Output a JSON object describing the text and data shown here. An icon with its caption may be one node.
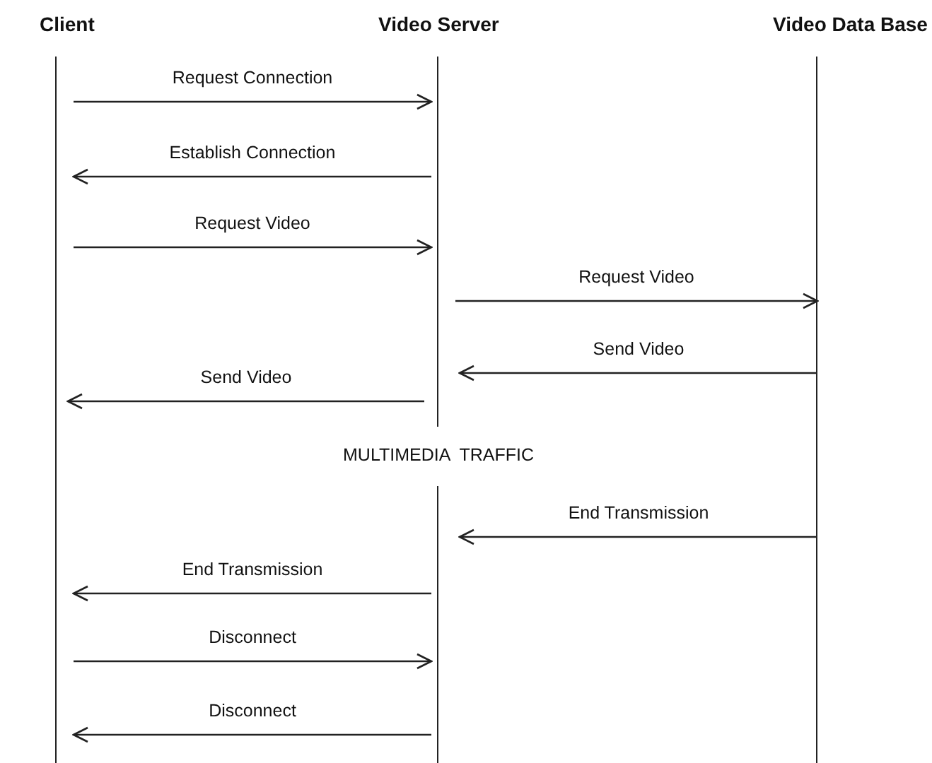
{
  "diagram": {
    "nodes": [
      {
        "text": [
          "Client"
        ]
      },
      {
        "text": [
          "Video Server"
        ]
      },
      {
        "text": [
          "Video Data Base"
        ]
      }
    ],
    "edges": [
      {
        "from": 0,
        "to": 1,
        "arrow": "to",
        "label": "Request Connection"
      },
      {
        "from": 1,
        "to": 0,
        "arrow": "to",
        "label": "Establish Connection"
      },
      {
        "from": 0,
        "to": 1,
        "arrow": "to",
        "label": "Request Video"
      },
      {
        "from": 1,
        "to": 2,
        "arrow": "to",
        "label": "Request Video"
      },
      {
        "from": 2,
        "to": 1,
        "arrow": "to",
        "label": "Send Video"
      },
      {
        "from": 1,
        "to": 0,
        "arrow": "to",
        "label": "Send Video"
      },
      {
        "from": 2,
        "to": 1,
        "arrow": "to",
        "label": "End Transmission"
      },
      {
        "from": 1,
        "to": 0,
        "arrow": "to",
        "label": "End Transmission"
      },
      {
        "from": 0,
        "to": 1,
        "arrow": "to",
        "label": "Disconnect"
      },
      {
        "from": 1,
        "to": 0,
        "arrow": "to",
        "label": "Disconnect"
      }
    ],
    "labels": [
      "MULTIMEDIA  TRAFFIC"
    ]
  }
}
